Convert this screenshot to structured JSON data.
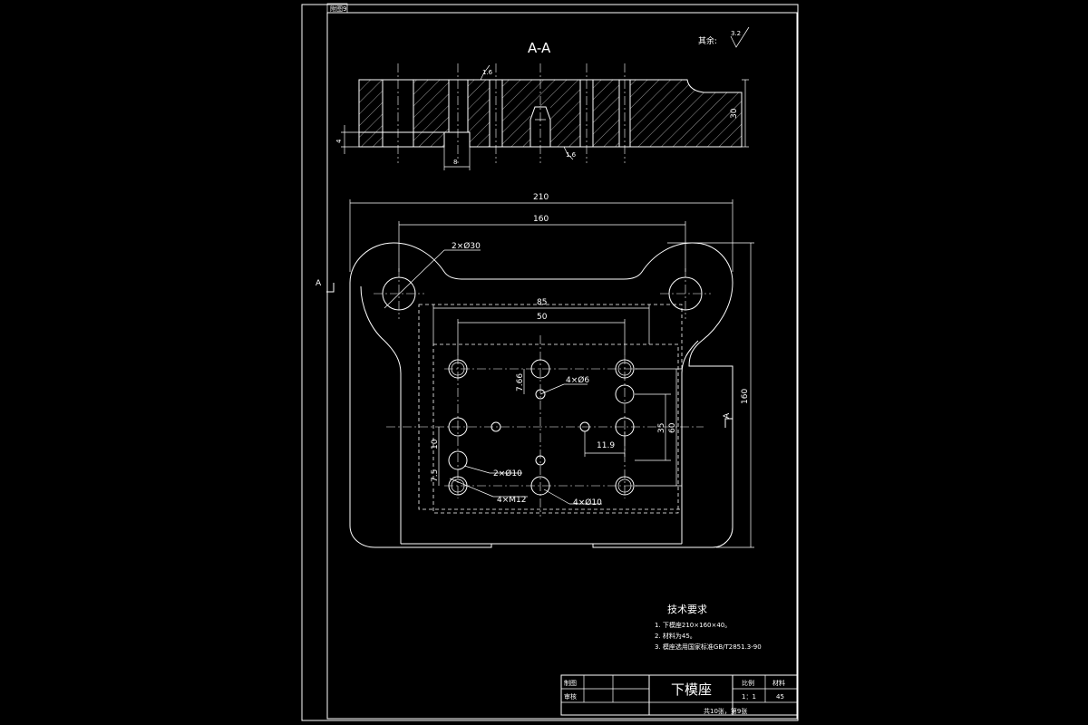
{
  "sheet": {
    "corner_tag": "附图9"
  },
  "section": {
    "title": "A-A",
    "other_roughness_label": "其余:",
    "other_roughness_value": "3.2",
    "roughness_top": "1.6",
    "roughness_bottom": "1.6"
  },
  "section_dims": {
    "height": "30",
    "step_depth": "4",
    "slot_width": "8"
  },
  "plan_dims": {
    "overall_width": "210",
    "pillar_span": "160",
    "depth": "160",
    "pillar_holes": "2×Ø30",
    "window_width": "85",
    "hole_span_x": "50",
    "hole_span_y_outer": "60",
    "hole_span_y_inner": "35",
    "offset_7_66": "7.66",
    "small_holes": "4×Ø6",
    "offset_11_9": "11.9",
    "offset_10": "10",
    "offset_7_5": "7.5",
    "holes_10a": "2×Ø10",
    "threads": "4×M12",
    "holes_10b": "4×Ø10",
    "section_mark_left": "A",
    "section_mark_right": "A"
  },
  "tech": {
    "title": "技术要求",
    "items": [
      "1. 下模座210×160×40。",
      "2. 材料为45。",
      "3. 模座选用国家标准GB/T2851.3-90"
    ]
  },
  "titleblock": {
    "row1_label": "制图",
    "row2_label": "审核",
    "part_name": "下模座",
    "scale_label": "比例",
    "scale_value": "1：1",
    "material_label": "材料",
    "material_value": "45",
    "sheet_info": "共10张，第9张"
  }
}
